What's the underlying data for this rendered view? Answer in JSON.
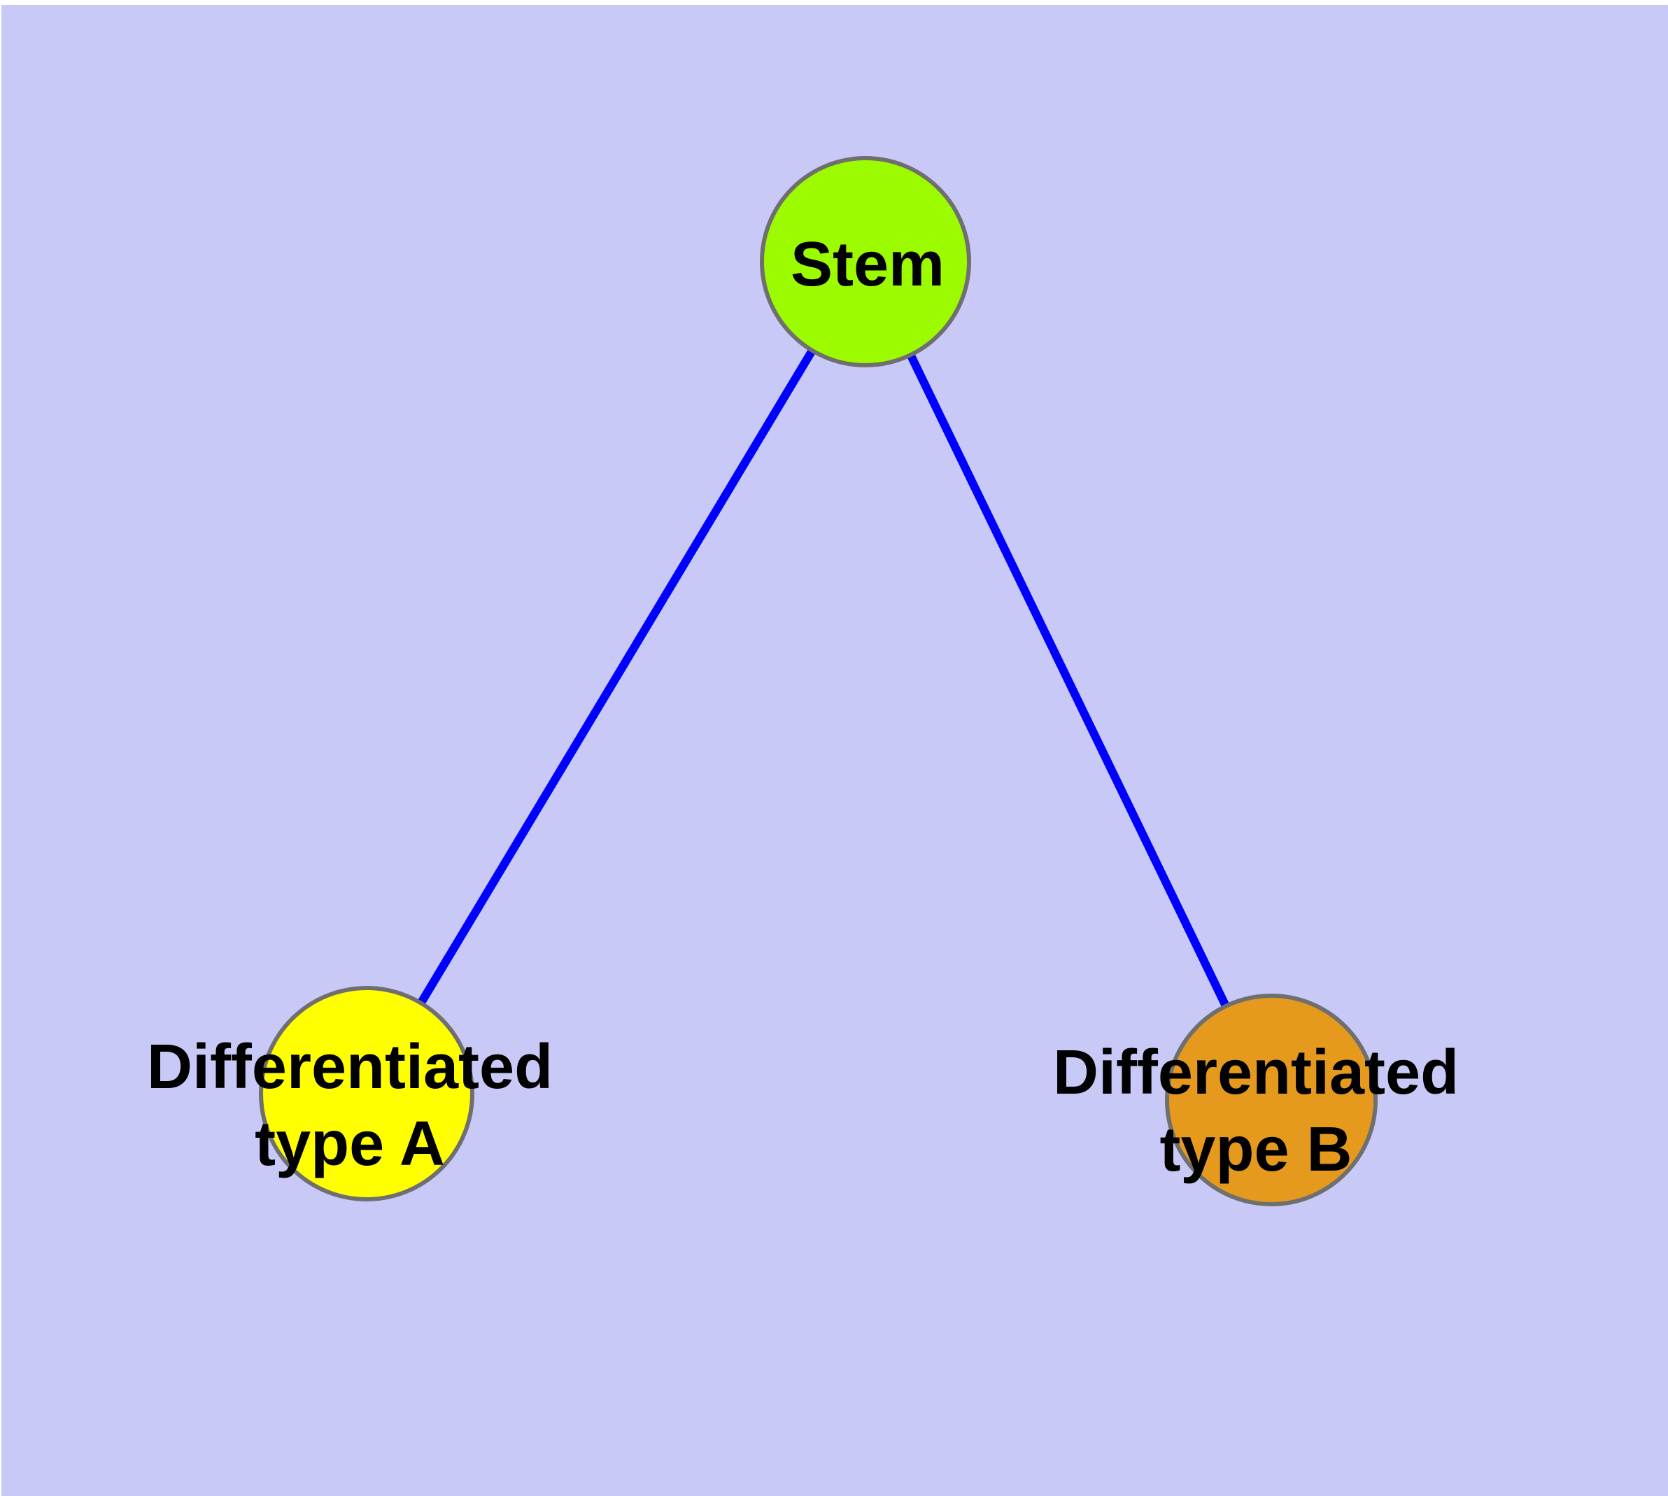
{
  "diagram": {
    "background_color": "#c9c9f8",
    "page_margin_color": "#ffffff",
    "edge_color": "#0000ff",
    "node_border_color": "#6f6f6f",
    "text_color": "#000000",
    "nodes": {
      "stem": {
        "label": "Stem",
        "fill": "#9dfb00"
      },
      "type_a": {
        "label": "Differentiated type A",
        "label_lines": [
          "Differentiated",
          "type A"
        ],
        "fill": "#ffff00"
      },
      "type_b": {
        "label": "Differentiated type B",
        "label_lines": [
          "Differentiated",
          "type B"
        ],
        "fill": "#e59a1e"
      }
    },
    "edges": [
      {
        "from": "Stem",
        "to": "Differentiated type A"
      },
      {
        "from": "Stem",
        "to": "Differentiated type B"
      }
    ]
  }
}
